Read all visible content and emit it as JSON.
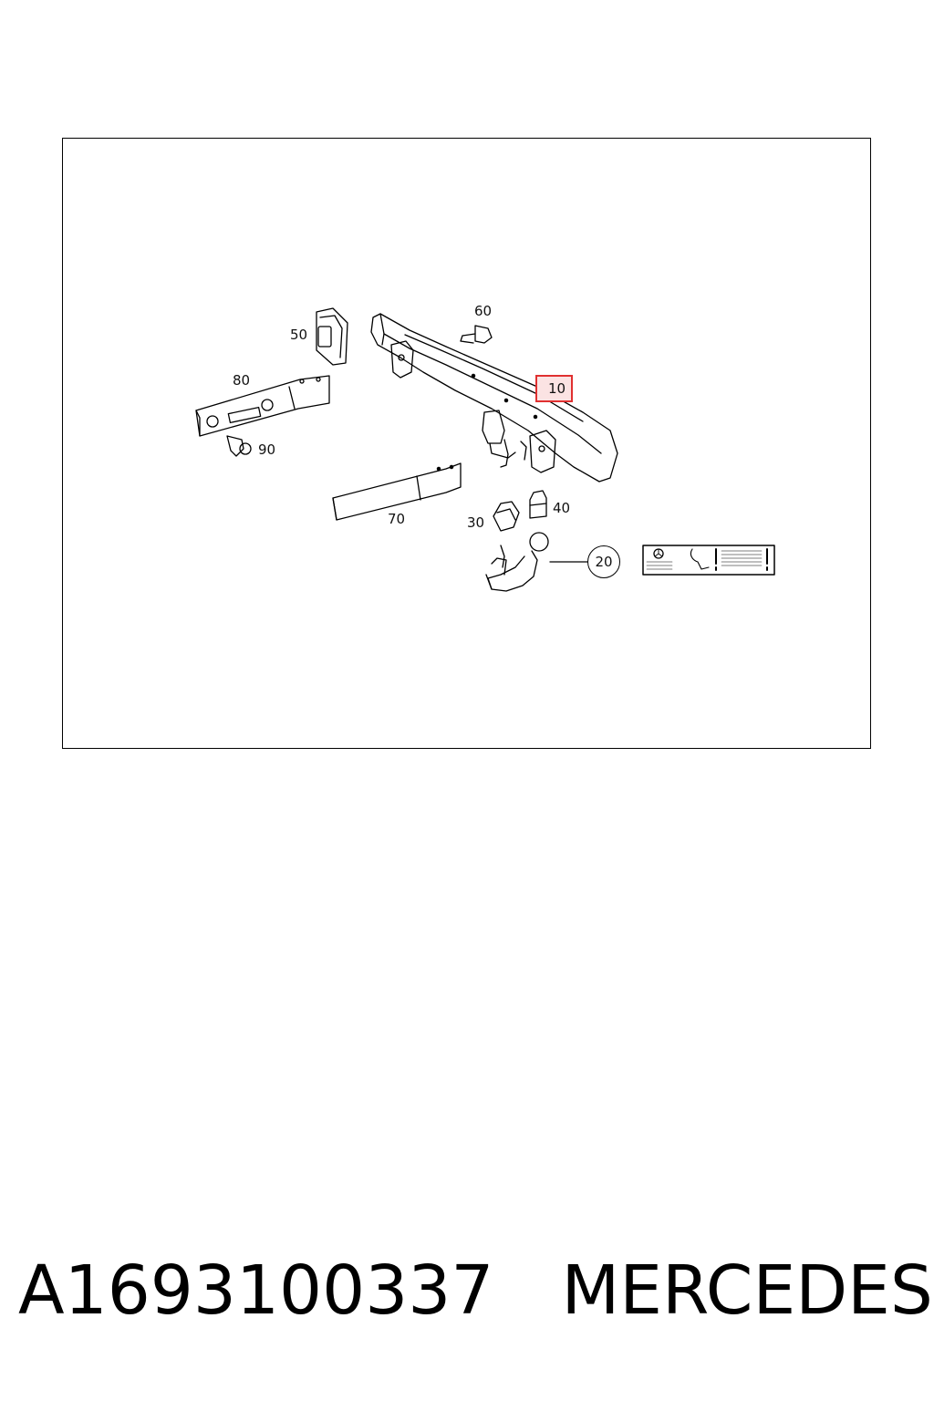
{
  "diagram": {
    "callouts": {
      "c10": "10",
      "c20": "20",
      "c30": "30",
      "c40": "40",
      "c50": "50",
      "c60": "60",
      "c70": "70",
      "c80": "80",
      "c90": "90"
    },
    "highlight_color": "#e03030"
  },
  "footer": {
    "part_number": "A1693100337",
    "brand": "MERCEDES"
  }
}
